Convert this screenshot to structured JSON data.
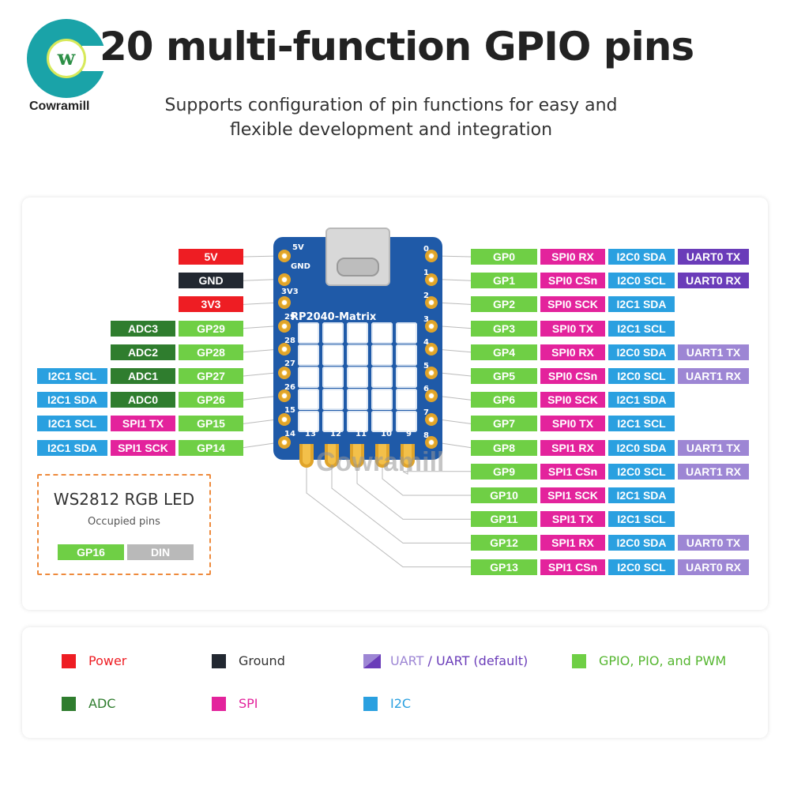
{
  "brand": {
    "name": "Cowramill",
    "logo_letter": "w",
    "watermark": "Cowramill"
  },
  "header": {
    "title": "20 multi-function GPIO pins",
    "subtitle_line1": "Supports configuration of pin functions for easy and",
    "subtitle_line2": "flexible development and integration"
  },
  "colors": {
    "power": "#ee1d23",
    "ground": "#222831",
    "uart": "#7a4ac6",
    "uart_default": "#6a3cb9",
    "uart_light": "#9d86d4",
    "gpio": "#6fcf45",
    "adc": "#2f7d2e",
    "spi": "#e3239c",
    "i2c": "#2aa0e0",
    "din": "#b9b9b9",
    "board": "#1f5aa8",
    "led_box_border": "#ee8a3c"
  },
  "board": {
    "label": "RP2040-Matrix",
    "top_left_labels": [
      "5V",
      "GND",
      "3V3"
    ],
    "left_labels": [
      "29",
      "28",
      "27",
      "26",
      "15",
      "14"
    ],
    "bottom_labels": [
      "13",
      "12",
      "11",
      "10",
      "9"
    ],
    "right_labels": [
      "0",
      "1",
      "2",
      "3",
      "4",
      "5",
      "6",
      "7",
      "8"
    ]
  },
  "left_pins": [
    {
      "labels": [
        {
          "text": "5V",
          "kind": "power"
        }
      ]
    },
    {
      "labels": [
        {
          "text": "GND",
          "kind": "ground"
        }
      ]
    },
    {
      "labels": [
        {
          "text": "3V3",
          "kind": "power"
        }
      ]
    },
    {
      "labels": [
        {
          "text": "ADC3",
          "kind": "adc"
        },
        {
          "text": "GP29",
          "kind": "gpio"
        }
      ]
    },
    {
      "labels": [
        {
          "text": "ADC2",
          "kind": "adc"
        },
        {
          "text": "GP28",
          "kind": "gpio"
        }
      ]
    },
    {
      "labels": [
        {
          "text": "I2C1 SCL",
          "kind": "i2c"
        },
        {
          "text": "ADC1",
          "kind": "adc"
        },
        {
          "text": "GP27",
          "kind": "gpio"
        }
      ]
    },
    {
      "labels": [
        {
          "text": "I2C1 SDA",
          "kind": "i2c"
        },
        {
          "text": "ADC0",
          "kind": "adc"
        },
        {
          "text": "GP26",
          "kind": "gpio"
        }
      ]
    },
    {
      "labels": [
        {
          "text": "I2C1 SCL",
          "kind": "i2c"
        },
        {
          "text": "SPI1 TX",
          "kind": "spi"
        },
        {
          "text": "GP15",
          "kind": "gpio"
        }
      ]
    },
    {
      "labels": [
        {
          "text": "I2C1 SDA",
          "kind": "i2c"
        },
        {
          "text": "SPI1 SCK",
          "kind": "spi"
        },
        {
          "text": "GP14",
          "kind": "gpio"
        }
      ]
    }
  ],
  "right_pins": [
    {
      "labels": [
        {
          "text": "GP0",
          "kind": "gpio"
        },
        {
          "text": "SPI0 RX",
          "kind": "spi"
        },
        {
          "text": "I2C0 SDA",
          "kind": "i2c"
        },
        {
          "text": "UART0 TX",
          "kind": "uart_default"
        }
      ]
    },
    {
      "labels": [
        {
          "text": "GP1",
          "kind": "gpio"
        },
        {
          "text": "SPI0 CSn",
          "kind": "spi"
        },
        {
          "text": "I2C0 SCL",
          "kind": "i2c"
        },
        {
          "text": "UART0 RX",
          "kind": "uart_default"
        }
      ]
    },
    {
      "labels": [
        {
          "text": "GP2",
          "kind": "gpio"
        },
        {
          "text": "SPI0 SCK",
          "kind": "spi"
        },
        {
          "text": "I2C1 SDA",
          "kind": "i2c"
        }
      ]
    },
    {
      "labels": [
        {
          "text": "GP3",
          "kind": "gpio"
        },
        {
          "text": "SPI0 TX",
          "kind": "spi"
        },
        {
          "text": "I2C1 SCL",
          "kind": "i2c"
        }
      ]
    },
    {
      "labels": [
        {
          "text": "GP4",
          "kind": "gpio"
        },
        {
          "text": "SPI0 RX",
          "kind": "spi"
        },
        {
          "text": "I2C0 SDA",
          "kind": "i2c"
        },
        {
          "text": "UART1 TX",
          "kind": "uart_light"
        }
      ]
    },
    {
      "labels": [
        {
          "text": "GP5",
          "kind": "gpio"
        },
        {
          "text": "SPI0 CSn",
          "kind": "spi"
        },
        {
          "text": "I2C0 SCL",
          "kind": "i2c"
        },
        {
          "text": "UART1 RX",
          "kind": "uart_light"
        }
      ]
    },
    {
      "labels": [
        {
          "text": "GP6",
          "kind": "gpio"
        },
        {
          "text": "SPI0 SCK",
          "kind": "spi"
        },
        {
          "text": "I2C1 SDA",
          "kind": "i2c"
        }
      ]
    },
    {
      "labels": [
        {
          "text": "GP7",
          "kind": "gpio"
        },
        {
          "text": "SPI0 TX",
          "kind": "spi"
        },
        {
          "text": "I2C1 SCL",
          "kind": "i2c"
        }
      ]
    },
    {
      "labels": [
        {
          "text": "GP8",
          "kind": "gpio"
        },
        {
          "text": "SPI1 RX",
          "kind": "spi"
        },
        {
          "text": "I2C0 SDA",
          "kind": "i2c"
        },
        {
          "text": "UART1 TX",
          "kind": "uart_light"
        }
      ]
    },
    {
      "labels": [
        {
          "text": "GP9",
          "kind": "gpio"
        },
        {
          "text": "SPI1 CSn",
          "kind": "spi"
        },
        {
          "text": "I2C0 SCL",
          "kind": "i2c"
        },
        {
          "text": "UART1 RX",
          "kind": "uart_light"
        }
      ]
    },
    {
      "labels": [
        {
          "text": "GP10",
          "kind": "gpio"
        },
        {
          "text": "SPI1 SCK",
          "kind": "spi"
        },
        {
          "text": "I2C1 SDA",
          "kind": "i2c"
        }
      ]
    },
    {
      "labels": [
        {
          "text": "GP11",
          "kind": "gpio"
        },
        {
          "text": "SPI1 TX",
          "kind": "spi"
        },
        {
          "text": "I2C1 SCL",
          "kind": "i2c"
        }
      ]
    },
    {
      "labels": [
        {
          "text": "GP12",
          "kind": "gpio"
        },
        {
          "text": "SPI1 RX",
          "kind": "spi"
        },
        {
          "text": "I2C0 SDA",
          "kind": "i2c"
        },
        {
          "text": "UART0 TX",
          "kind": "uart_light"
        }
      ]
    },
    {
      "labels": [
        {
          "text": "GP13",
          "kind": "gpio"
        },
        {
          "text": "SPI1 CSn",
          "kind": "spi"
        },
        {
          "text": "I2C0 SCL",
          "kind": "i2c"
        },
        {
          "text": "UART0 RX",
          "kind": "uart_light"
        }
      ]
    }
  ],
  "led_box": {
    "title": "WS2812 RGB LED",
    "subtitle": "Occupied pins",
    "pins": [
      {
        "text": "GP16",
        "kind": "gpio"
      },
      {
        "text": "DIN",
        "kind": "din"
      }
    ]
  },
  "legend": {
    "power": "Power",
    "ground": "Ground",
    "uart": "UART",
    "uart_sep": " / ",
    "uart_default": "UART (default)",
    "gpio": "GPIO, PIO, and PWM",
    "adc": "ADC",
    "spi": "SPI",
    "i2c": "I2C"
  }
}
